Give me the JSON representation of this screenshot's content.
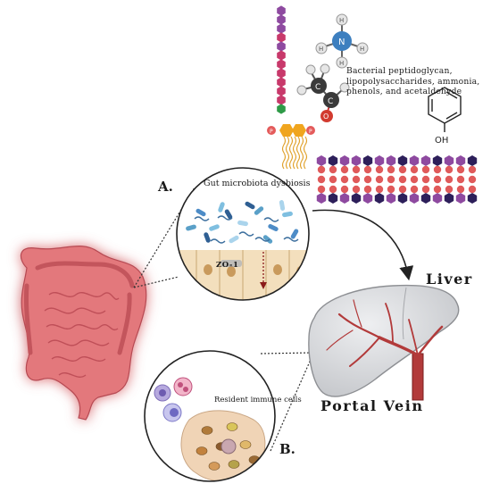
{
  "molecules": {
    "bacterial_products": "Bacterial peptidoglycan, lipopolysaccharides, ammonia, phenols, and acetaldehyde",
    "nitrogen_symbol": "N",
    "carbon_symbol": "C",
    "oxygen_symbol": "O",
    "hydrogen_symbol": "H",
    "phosphate_symbol": "P",
    "phenol_group": "OH"
  },
  "panel_a": {
    "marker": "A.",
    "title": "Gut microbiota dysbiosis",
    "tight_junction": "ZO-1"
  },
  "panel_b": {
    "marker": "B.",
    "title": "Resident immune cells"
  },
  "organs": {
    "liver": "Liver",
    "portal_vein": "Portal Vein"
  },
  "colors": {
    "intestine": "#e3787c",
    "intestine_glow": "#ff5a5a",
    "liver": "#dcdde0",
    "vein": "#b23a3a",
    "purple_hex": "#8e4aa0",
    "pink_hex": "#c8396b",
    "membrane_red": "#e05a5a"
  }
}
